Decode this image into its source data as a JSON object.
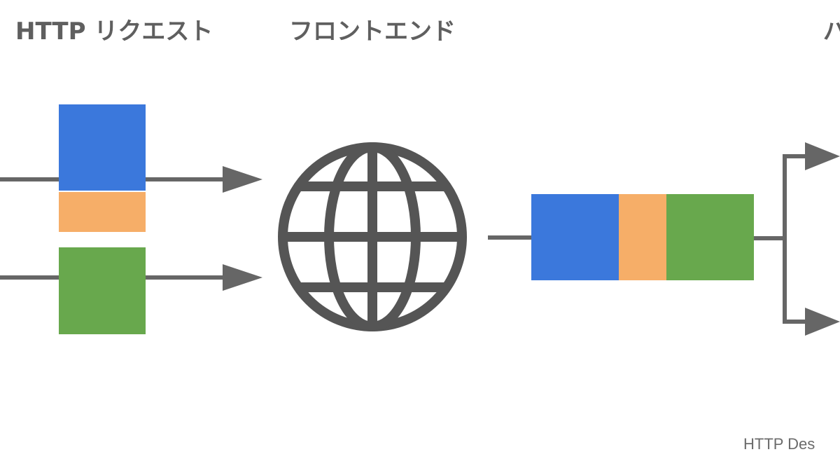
{
  "labels": {
    "request": "HTTP リクエスト",
    "frontend": "フロントエンド",
    "backend": "バ"
  },
  "caption": "HTTP Des",
  "colors": {
    "blue": "#3b78dc",
    "orange": "#f6ae68",
    "green": "#68a84d",
    "line": "#666666",
    "globe": "#555555"
  },
  "icons": {
    "frontend": "globe-icon"
  }
}
